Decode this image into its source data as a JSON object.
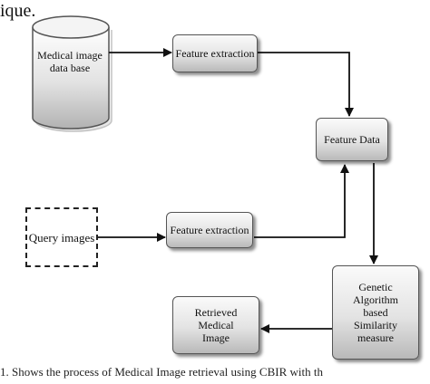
{
  "text_above": "ique.",
  "nodes": {
    "database": "Medical image data base",
    "feature_extraction_top": "Feature extraction",
    "feature_data": "Feature Data",
    "query_images": "Query images",
    "feature_extraction_bottom": "Feature extraction",
    "ga_similarity": "Genetic Algorithm based Similarity measure",
    "retrieved_image": "Retrieved Medical Image"
  },
  "caption": "1. Shows the process of Medical Image retrieval using CBIR with th"
}
